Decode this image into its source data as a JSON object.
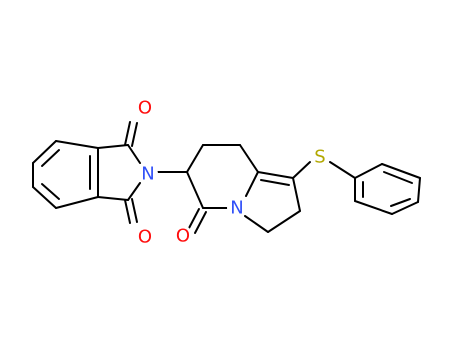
{
  "atoms": {
    "o_top": {
      "symbol": "O",
      "color": "#ff0d0d"
    },
    "o_bottom": {
      "symbol": "O",
      "color": "#ff0d0d"
    },
    "n_imide": {
      "symbol": "N",
      "color": "#3050f8"
    },
    "o_lactam": {
      "symbol": "O",
      "color": "#ff0d0d"
    },
    "n_ring": {
      "symbol": "N",
      "color": "#3050f8"
    },
    "s_thio": {
      "symbol": "S",
      "color": "#b2a800"
    }
  },
  "bond_color": "#000000"
}
